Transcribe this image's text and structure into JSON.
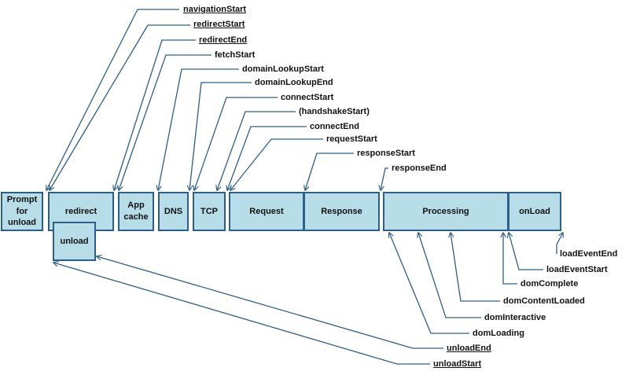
{
  "colors": {
    "box_fill": "#b7dde8",
    "box_stroke": "#2e5f8a",
    "arrow": "#2e5f8a",
    "text": "#111111"
  },
  "phases": {
    "prompt": "Prompt\nfor\nunload",
    "redirect": "redirect",
    "unload": "unload",
    "appcache": "App\ncache",
    "dns": "DNS",
    "tcp": "TCP",
    "request": "Request",
    "response": "Response",
    "processing": "Processing",
    "onload": "onLoad"
  },
  "timings": {
    "navigationStart": "navigationStart",
    "redirectStart": "redirectStart",
    "redirectEnd": "redirectEnd",
    "fetchStart": "fetchStart",
    "domainLookupStart": "domainLookupStart",
    "domainLookupEnd": "domainLookupEnd",
    "connectStart": "connectStart",
    "handshakeStart": "(handshakeStart)",
    "connectEnd": "connectEnd",
    "requestStart": "requestStart",
    "responseStart": "responseStart",
    "responseEnd": "responseEnd",
    "loadEventEnd": "loadEventEnd",
    "loadEventStart": "loadEventStart",
    "domComplete": "domComplete",
    "domContentLoaded": "domContentLoaded",
    "domInteractive": "domInteractive",
    "domLoading": "domLoading",
    "unloadEnd": "unloadEnd",
    "unloadStart": "unloadStart"
  }
}
